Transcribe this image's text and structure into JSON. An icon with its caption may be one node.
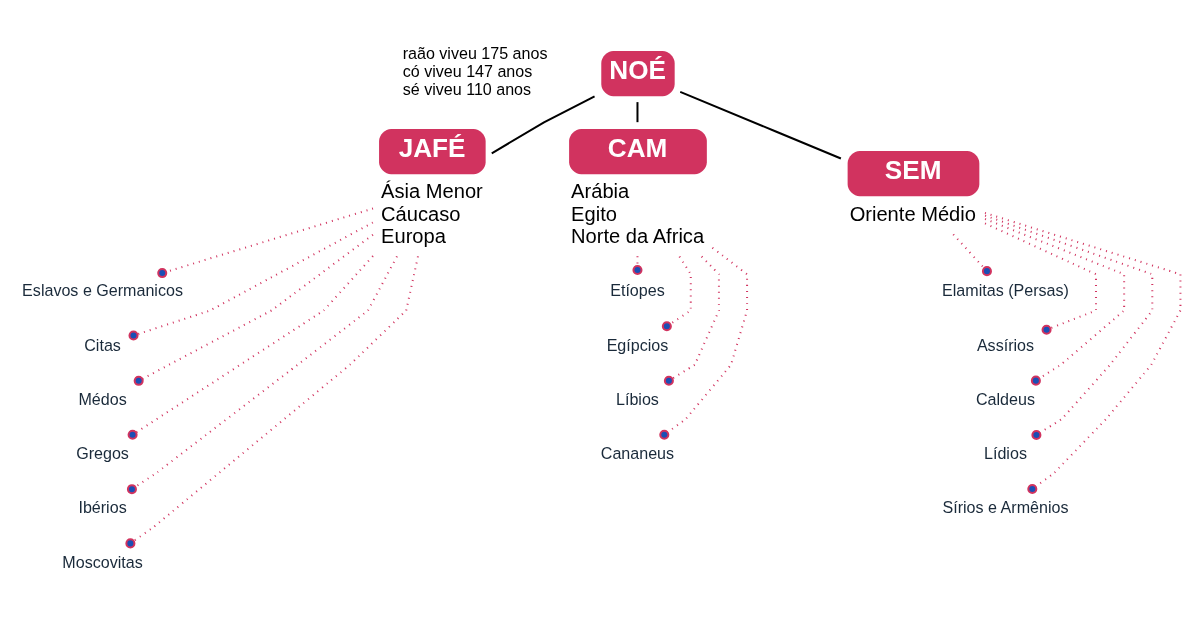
{
  "diagram": {
    "nodes": [
      {
        "text": [
          "NOÉ"
        ]
      },
      {
        "text": [
          "JAFÉ"
        ],
        "beside": [
          "Ásia Menor",
          "Cáucaso",
          "Europa"
        ]
      },
      {
        "text": [
          "CAM"
        ],
        "beside": [
          "Arábia",
          "Egito",
          "Norte da Africa"
        ]
      },
      {
        "text": [
          "SEM"
        ],
        "beside": [
          "Oriente Médio"
        ]
      },
      {
        "text": [
          "Eslavos e Germanicos"
        ]
      },
      {
        "text": [
          "Citas"
        ]
      },
      {
        "text": [
          "Médos"
        ]
      },
      {
        "text": [
          "Gregos"
        ]
      },
      {
        "text": [
          "Ibérios"
        ]
      },
      {
        "text": [
          "Moscovitas"
        ]
      },
      {
        "text": [
          "Etíopes"
        ]
      },
      {
        "text": [
          "Egípcios"
        ]
      },
      {
        "text": [
          "Líbios"
        ]
      },
      {
        "text": [
          "Cananeus"
        ]
      },
      {
        "text": [
          "Elamitas (Persas)"
        ]
      },
      {
        "text": [
          "Assírios"
        ]
      },
      {
        "text": [
          "Caldeus"
        ]
      },
      {
        "text": [
          "Lídios"
        ]
      },
      {
        "text": [
          "Sírios e Armênios"
        ]
      }
    ],
    "edges": [
      {
        "from": 0,
        "to": 1,
        "arrow": "none",
        "color": "#000000"
      },
      {
        "from": 0,
        "to": 2,
        "arrow": "none",
        "color": "#000000"
      },
      {
        "from": 0,
        "to": 3,
        "arrow": "none",
        "color": "#000000"
      },
      {
        "from": 1,
        "to": 4,
        "arrow": "other",
        "style": "dashed"
      },
      {
        "from": 1,
        "to": 5,
        "arrow": "other",
        "style": "dashed"
      },
      {
        "from": 1,
        "to": 6,
        "arrow": "other",
        "style": "dashed"
      },
      {
        "from": 1,
        "to": 7,
        "arrow": "other",
        "style": "dashed"
      },
      {
        "from": 1,
        "to": 8,
        "arrow": "other",
        "style": "dashed"
      },
      {
        "from": 1,
        "to": 9,
        "arrow": "other",
        "style": "dashed"
      },
      {
        "from": 2,
        "to": 10,
        "arrow": "other",
        "style": "dashed"
      },
      {
        "from": 2,
        "to": 11,
        "arrow": "other",
        "style": "dashed"
      },
      {
        "from": 2,
        "to": 12,
        "arrow": "other",
        "style": "dashed"
      },
      {
        "from": 2,
        "to": 13,
        "arrow": "other",
        "style": "dashed"
      },
      {
        "from": 3,
        "to": 14,
        "arrow": "other",
        "style": "dashed"
      },
      {
        "from": 3,
        "to": 15,
        "arrow": "other",
        "style": "dashed"
      },
      {
        "from": 3,
        "to": 16,
        "arrow": "other",
        "style": "dashed"
      },
      {
        "from": 3,
        "to": 17,
        "arrow": "other",
        "style": "dashed"
      },
      {
        "from": 3,
        "to": 18,
        "arrow": "other",
        "style": "dashed"
      }
    ],
    "labels": [
      "raão viveu 175 anos",
      "có viveu 147 anos",
      "sé viveu 110 anos"
    ]
  }
}
